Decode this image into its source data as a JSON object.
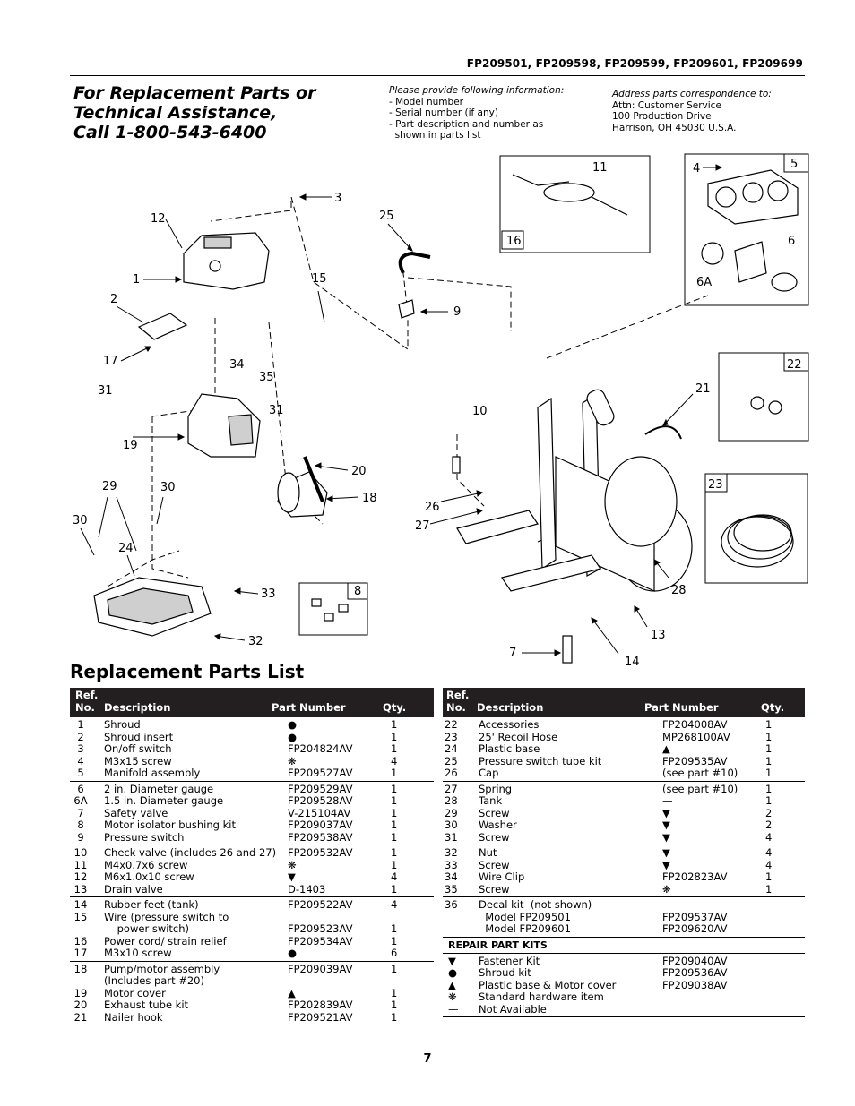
{
  "header": {
    "models": "FP209501, FP209598, FP209599, FP209601, FP209699"
  },
  "call": {
    "line1": "For Replacement Parts or",
    "line2": "Technical Assistance,",
    "line3": "Call 1-800-543-6400"
  },
  "info": {
    "intro": "Please provide following information:",
    "items": [
      "- Model number",
      "- Serial number (if any)",
      "- Part description and number as",
      "  shown in parts list"
    ]
  },
  "address": {
    "intro": "Address parts correspondence to:",
    "lines": [
      "Attn: Customer Service",
      "100 Production Drive",
      "Harrison, OH 45030 U.S.A."
    ]
  },
  "diagram": {
    "callouts": [
      "3",
      "12",
      "1",
      "15",
      "25",
      "9",
      "2",
      "17",
      "34",
      "35",
      "31",
      "31",
      "19",
      "20",
      "18",
      "10",
      "29",
      "30",
      "30",
      "24",
      "26",
      "27",
      "33",
      "32",
      "8",
      "7",
      "14",
      "13",
      "28",
      "11",
      "16",
      "4",
      "5",
      "6",
      "6A",
      "21",
      "22",
      "23"
    ],
    "colors": {
      "line": "#000000",
      "fill": "#ffffff",
      "shade": "#cfcfcf"
    }
  },
  "parts_list": {
    "title": "Replacement Parts List",
    "headers": {
      "ref": "Ref.",
      "no": "No.",
      "description": "Description",
      "part_number": "Part Number",
      "qty": "Qty."
    },
    "left_groups": [
      [
        {
          "ref": "1",
          "desc": "Shroud",
          "part": "●",
          "qty": "1"
        },
        {
          "ref": "2",
          "desc": "Shroud insert",
          "part": "●",
          "qty": "1"
        },
        {
          "ref": "3",
          "desc": "On/off switch",
          "part": "FP204824AV",
          "qty": "1"
        },
        {
          "ref": "4",
          "desc": "M3x15 screw",
          "part": "❋",
          "qty": "4"
        },
        {
          "ref": "5",
          "desc": "Manifold assembly",
          "part": "FP209527AV",
          "qty": "1"
        }
      ],
      [
        {
          "ref": "6",
          "desc": "2 in. Diameter gauge",
          "part": "FP209529AV",
          "qty": "1"
        },
        {
          "ref": "6A",
          "desc": "1.5 in. Diameter gauge",
          "part": "FP209528AV",
          "qty": "1"
        },
        {
          "ref": "7",
          "desc": "Safety valve",
          "part": "V-215104AV",
          "qty": "1"
        },
        {
          "ref": "8",
          "desc": "Motor isolator bushing kit",
          "part": "FP209037AV",
          "qty": "1"
        },
        {
          "ref": "9",
          "desc": "Pressure switch",
          "part": "FP209538AV",
          "qty": "1"
        }
      ],
      [
        {
          "ref": "10",
          "desc": "Check valve (includes 26 and 27)",
          "part": "FP209532AV",
          "qty": "1"
        },
        {
          "ref": "11",
          "desc": "M4x0.7x6 screw",
          "part": "❋",
          "qty": "1"
        },
        {
          "ref": "12",
          "desc": "M6x1.0x10 screw",
          "part": "▼",
          "qty": "4"
        },
        {
          "ref": "13",
          "desc": "Drain valve",
          "part": "D-1403",
          "qty": "1"
        }
      ],
      [
        {
          "ref": "14",
          "desc": "Rubber feet (tank)",
          "part": "FP209522AV",
          "qty": "4"
        },
        {
          "ref": "15",
          "desc": "Wire (pressure switch to",
          "part": "",
          "qty": ""
        },
        {
          "ref": "",
          "desc": "    power switch)",
          "part": "FP209523AV",
          "qty": "1"
        },
        {
          "ref": "16",
          "desc": "Power cord/ strain relief",
          "part": "FP209534AV",
          "qty": "1"
        },
        {
          "ref": "17",
          "desc": "M3x10 screw",
          "part": "●",
          "qty": "6"
        }
      ],
      [
        {
          "ref": "18",
          "desc": "Pump/motor assembly",
          "part": "FP209039AV",
          "qty": "1"
        },
        {
          "ref": "",
          "desc": "(Includes part #20)",
          "part": "",
          "qty": ""
        },
        {
          "ref": "19",
          "desc": "Motor cover",
          "part": "▲",
          "qty": "1"
        },
        {
          "ref": "20",
          "desc": "Exhaust tube kit",
          "part": "FP202839AV",
          "qty": "1"
        },
        {
          "ref": "21",
          "desc": "Nailer hook",
          "part": "FP209521AV",
          "qty": "1"
        }
      ]
    ],
    "right_groups": [
      [
        {
          "ref": "22",
          "desc": "Accessories",
          "part": "FP204008AV",
          "qty": "1"
        },
        {
          "ref": "23",
          "desc": "25' Recoil Hose",
          "part": "MP268100AV",
          "qty": "1"
        },
        {
          "ref": "24",
          "desc": "Plastic base",
          "part": "▲",
          "qty": "1"
        },
        {
          "ref": "25",
          "desc": "Pressure switch tube kit",
          "part": "FP209535AV",
          "qty": "1"
        },
        {
          "ref": "26",
          "desc": "Cap",
          "part": "(see part #10)",
          "qty": "1"
        }
      ],
      [
        {
          "ref": "27",
          "desc": "Spring",
          "part": "(see part #10)",
          "qty": "1"
        },
        {
          "ref": "28",
          "desc": "Tank",
          "part": "—",
          "qty": "1"
        },
        {
          "ref": "29",
          "desc": "Screw",
          "part": "▼",
          "qty": "2"
        },
        {
          "ref": "30",
          "desc": "Washer",
          "part": "▼",
          "qty": "2"
        },
        {
          "ref": "31",
          "desc": "Screw",
          "part": "▼",
          "qty": "4"
        }
      ],
      [
        {
          "ref": "32",
          "desc": "Nut",
          "part": "▼",
          "qty": "4"
        },
        {
          "ref": "33",
          "desc": "Screw",
          "part": "▼",
          "qty": "4"
        },
        {
          "ref": "34",
          "desc": "Wire Clip",
          "part": "FP202823AV",
          "qty": "1"
        },
        {
          "ref": "35",
          "desc": "Screw",
          "part": "❋",
          "qty": "1"
        }
      ],
      [
        {
          "ref": "36",
          "desc": "Decal kit  (not shown)",
          "part": "",
          "qty": ""
        },
        {
          "ref": "",
          "desc": "  Model FP209501",
          "part": "FP209537AV",
          "qty": ""
        },
        {
          "ref": "",
          "desc": "  Model FP209601",
          "part": "FP209620AV",
          "qty": ""
        }
      ]
    ],
    "repair_kits_title": "REPAIR PART KITS",
    "repair_kits": [
      {
        "sym": "▼",
        "desc": "Fastener Kit",
        "part": "FP209040AV"
      },
      {
        "sym": "●",
        "desc": "Shroud kit",
        "part": "FP209536AV"
      },
      {
        "sym": "▲",
        "desc": "Plastic base & Motor cover",
        "part": "FP209038AV"
      },
      {
        "sym": "❋",
        "desc": "Standard hardware item",
        "part": ""
      },
      {
        "sym": "—",
        "desc": "Not Available",
        "part": ""
      }
    ]
  },
  "page": {
    "number": "7"
  }
}
